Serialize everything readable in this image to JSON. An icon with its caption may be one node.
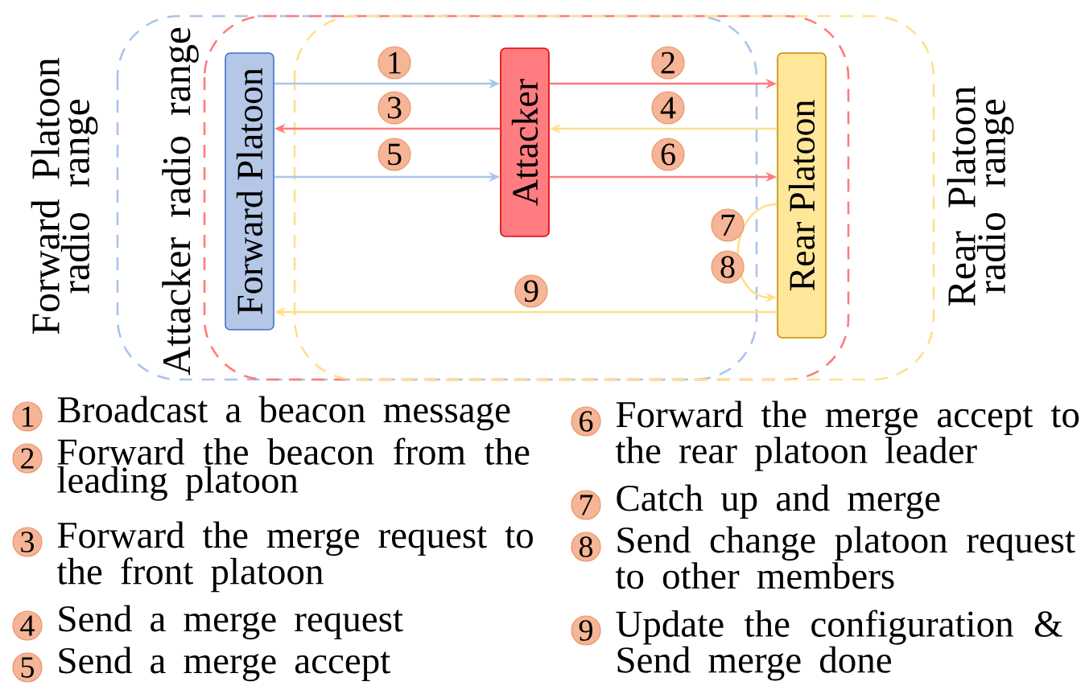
{
  "diagram": {
    "nodes": [
      {
        "text": [
          "Forward Platoon"
        ]
      },
      {
        "text": [
          "Attacker"
        ]
      },
      {
        "text": [
          "Rear Platoon"
        ]
      }
    ],
    "edges": [
      {
        "from": 0,
        "to": 1,
        "arrow": "to",
        "label": "1",
        "color": "#a9c4eb"
      },
      {
        "from": 1,
        "to": 2,
        "arrow": "to",
        "label": "2",
        "color": "#ff7b7b"
      },
      {
        "from": 1,
        "to": 0,
        "arrow": "to",
        "label": "3",
        "color": "#ff7b7b"
      },
      {
        "from": 2,
        "to": 1,
        "arrow": "to",
        "label": "4",
        "color": "#ffe08a"
      },
      {
        "from": 0,
        "to": 1,
        "arrow": "to",
        "label": "5",
        "color": "#a9c4eb"
      },
      {
        "from": 1,
        "to": 2,
        "arrow": "to",
        "label": "6",
        "color": "#ff7b7b"
      },
      {
        "from": 2,
        "to": 2,
        "arrow": "to",
        "label": "7",
        "color": "#ffe08a"
      },
      {
        "from": 2,
        "to": 0,
        "arrow": "to",
        "label": "9",
        "color": "#ffe08a"
      }
    ],
    "labels": [
      "Forward Platoon radio range",
      "Attacker radio range",
      "Rear Platoon radio range",
      "8",
      "1",
      "Broadcast a beacon message",
      "2",
      "Forward the beacon from the leading platoon",
      "3",
      "Forward the merge request to the front platoon",
      "4",
      "Send a merge request",
      "5",
      "Send a merge accept",
      "6",
      "Forward the merge accept to the rear platoon leader",
      "7",
      "Catch up and merge",
      "8",
      "Send change platoon request to other members",
      "9",
      "Update the configuration & Send merge done"
    ]
  }
}
